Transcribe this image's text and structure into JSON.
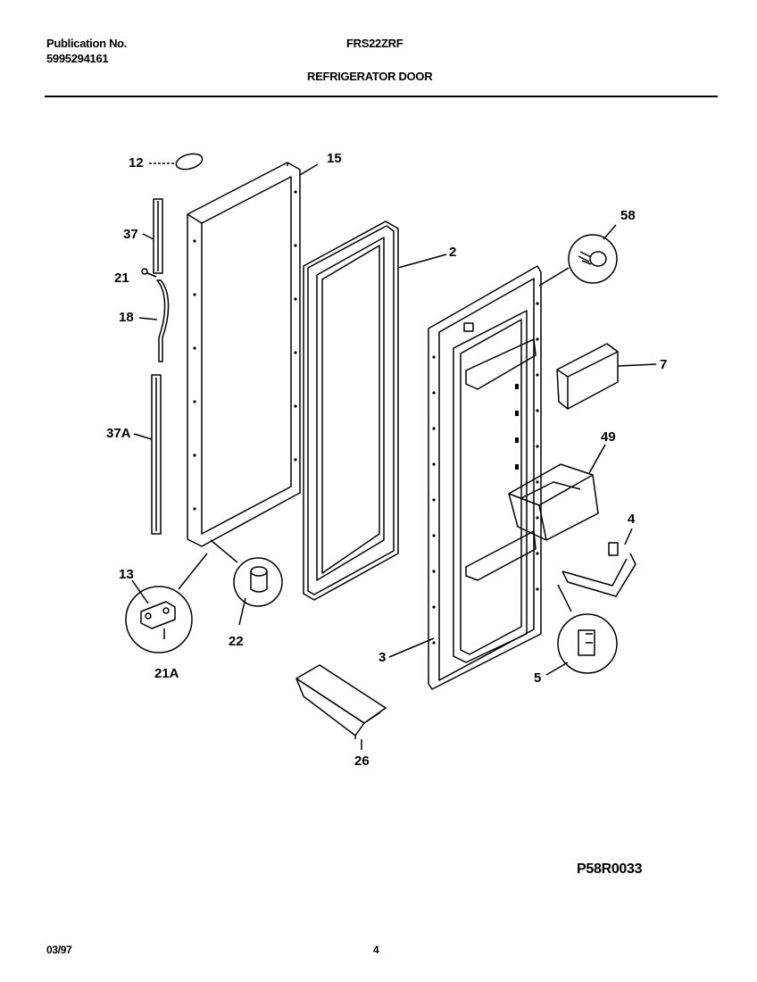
{
  "header": {
    "publication_label": "Publication No.",
    "publication_number": "5995294161",
    "model": "FRS22ZRF",
    "section_title": "REFRIGERATOR DOOR"
  },
  "diagram_code": "P58R0033",
  "footer": {
    "date": "03/97",
    "page": "4"
  },
  "callouts": {
    "c12": "12",
    "c15": "15",
    "c37": "37",
    "c21": "21",
    "c18": "18",
    "c37a": "37A",
    "c2": "2",
    "c58": "58",
    "c7": "7",
    "c49": "49",
    "c4": "4",
    "c13": "13",
    "c22": "22",
    "c21a": "21A",
    "c3": "3",
    "c5": "5",
    "c26": "26"
  }
}
